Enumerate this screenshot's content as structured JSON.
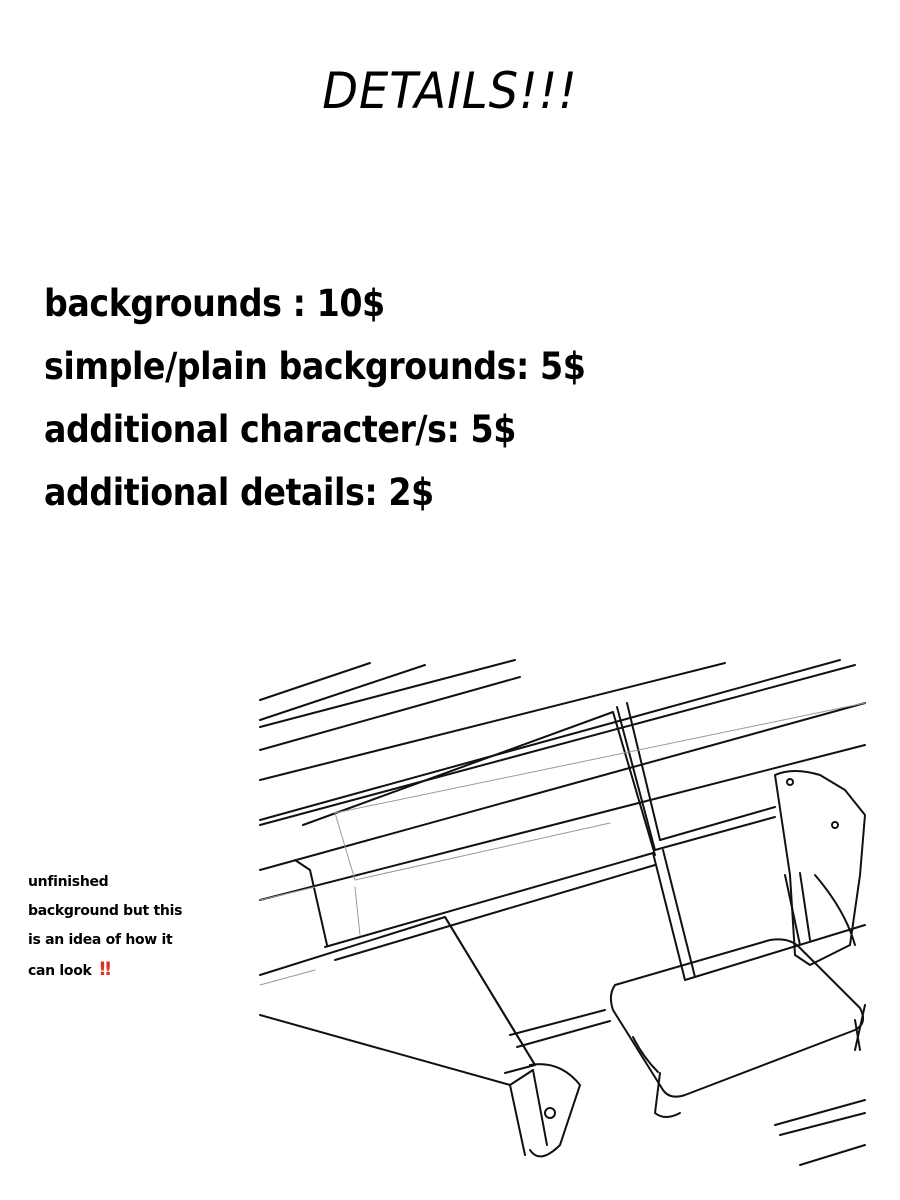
{
  "title": "DETAILS!!!",
  "price_list": [
    {
      "label": "backgrounds : 10$"
    },
    {
      "label": "simple/plain backgrounds: 5$"
    },
    {
      "label": "additional character/s: 5$"
    },
    {
      "label": "additional details: 2$"
    }
  ],
  "note": {
    "lines": [
      "unfinished",
      "background but this",
      "is an idea of how it",
      "can look"
    ],
    "icon": "double-exclamation-icon",
    "icon_color": "#e0302a"
  }
}
